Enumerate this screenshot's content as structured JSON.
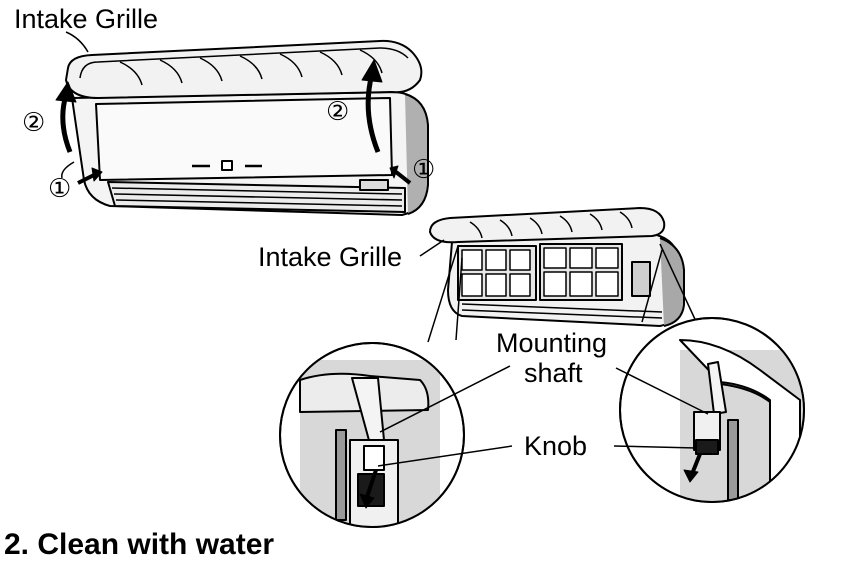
{
  "labels": {
    "intake_grille_top": "Intake Grille",
    "intake_grille_mid": "Intake Grille",
    "mounting_shaft_line1": "Mounting",
    "mounting_shaft_line2": "shaft",
    "knob": "Knob"
  },
  "steps": {
    "step1": "①",
    "step2": "②"
  },
  "heading": "2. Clean with water"
}
